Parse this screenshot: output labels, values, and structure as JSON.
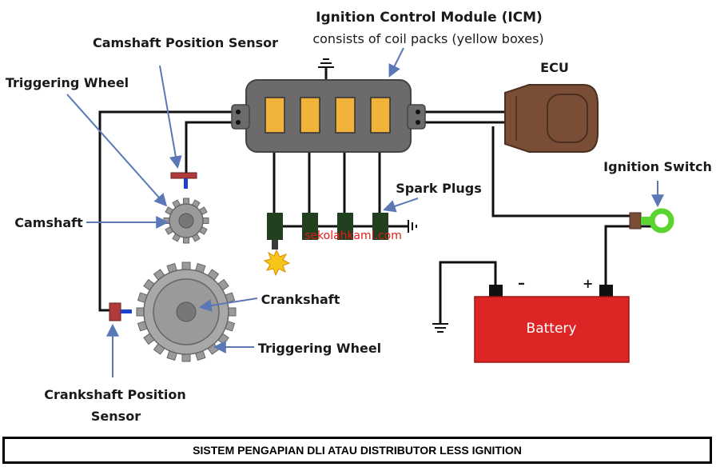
{
  "labels": {
    "icm_title": "Ignition Control Module (ICM)",
    "icm_subtitle": "consists of coil packs (yellow boxes)",
    "camshaft_sensor": "Camshaft Position Sensor",
    "triggering_wheel_top": "Triggering Wheel",
    "camshaft": "Camshaft",
    "ecu": "ECU",
    "spark_plugs": "Spark Plugs",
    "ignition_switch": "Ignition Switch",
    "watermark": "sekolahkami.com",
    "crankshaft": "Crankshaft",
    "triggering_wheel_bottom": "Triggering Wheel",
    "battery": "Battery",
    "battery_neg": "–",
    "battery_pos": "+",
    "crank_sensor_line1": "Crankshaft Position",
    "crank_sensor_line2": "Sensor"
  },
  "caption": "SISTEM PENGAPIAN DLI ATAU DISTRIBUTOR LESS IGNITION",
  "colors": {
    "coil_pack": "#f2b33a",
    "icm_body": "#6b6b6b",
    "ecu": "#7a4e36",
    "battery": "#dd2525",
    "switch_ring": "#5cd42f",
    "sensor": "#b13a3a",
    "sensor_tip": "#1f3fd1",
    "arrow": "#5a78b5",
    "spark_plug": "#22401f",
    "gear": "#9a9a9a"
  }
}
